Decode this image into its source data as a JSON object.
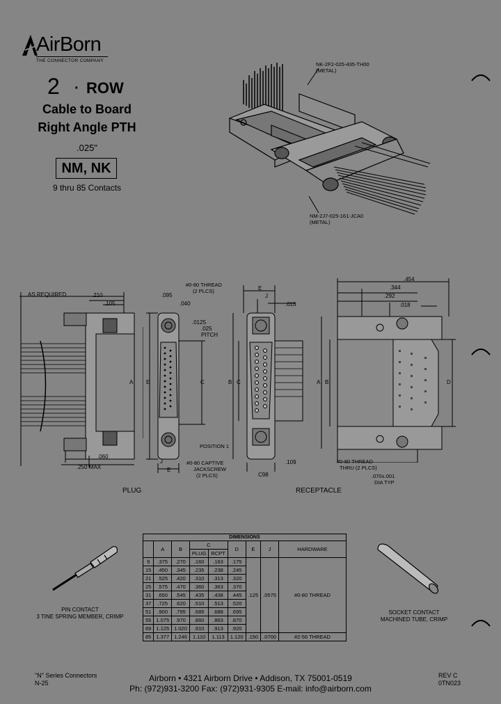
{
  "brand": {
    "name": "AirBorn",
    "tagline": "THE CONNECTOR COMPANY"
  },
  "series": {
    "number": "2",
    "separator": "·",
    "row_label": "ROW"
  },
  "title": {
    "line1": "Cable to Board",
    "line2": "Right Angle PTH"
  },
  "pitch": ".025\"",
  "family": "NM, NK",
  "contacts": "9 thru 85 Contacts",
  "iso_callouts": {
    "top": [
      "NK-2F2-025-435-TH00",
      "(METAL)"
    ],
    "bottom": [
      "NM-2J7-025-161-JCA0",
      "(METAL)"
    ]
  },
  "plug_view": {
    "as_required": "AS REQUIRED",
    "d210": ".210",
    "d105": ".105",
    "d095": ".095",
    "d040": ".040",
    "d0125": ".0125",
    "d025": ".025",
    "pitch": "PITCH",
    "d060": ".060",
    "d250max": ".250 MAX",
    "thread": [
      "#0-80 THREAD",
      "(2 PLCS)"
    ],
    "captive": [
      "#0-80 CAPTIVE",
      "JACKSCREW",
      "(2 PLCS)"
    ],
    "position1": "POSITION 1",
    "letters": {
      "A": "A",
      "B": "B",
      "C": "C",
      "E": "E",
      "J": "J"
    },
    "caption": "PLUG"
  },
  "receptacle_view": {
    "d015": ".015",
    "d109": ".109",
    "d454": ".454",
    "d344": ".344",
    "d292": ".292",
    "d018": ".018",
    "c98": "C98",
    "thread": [
      "#0-80 THREAD",
      "THRU (2 PLCS)"
    ],
    "dia": [
      ".070±.001",
      "DIA TYP"
    ],
    "letters": {
      "A": "A",
      "B": "B",
      "C": "C",
      "D": "D",
      "E": "E",
      "J": "J"
    },
    "caption": "RECEPTACLE"
  },
  "pin_contact": {
    "line1": "PIN CONTACT",
    "line2": "3 TINE SPRING MEMBER, CRIMP"
  },
  "socket_contact": {
    "line1": "SOCKET CONTACT",
    "line2": "MACHINED TUBE, CRIMP"
  },
  "dimensions_table": {
    "title": "DIMENSIONS",
    "headers": [
      "A",
      "B",
      "C",
      "D",
      "E",
      "J",
      "HARDWARE"
    ],
    "sub_headers": [
      "PLUG",
      "RCPT"
    ],
    "rows": [
      [
        "9",
        ".375",
        ".270",
        ".160",
        ".163",
        ".175"
      ],
      [
        "15",
        ".450",
        ".345",
        ".235",
        ".238",
        ".245"
      ],
      [
        "21",
        ".525",
        ".420",
        ".310",
        ".313",
        ".320"
      ],
      [
        "25",
        ".575",
        ".470",
        ".360",
        ".363",
        ".370"
      ],
      [
        "31",
        ".650",
        ".545",
        ".435",
        ".438",
        ".445"
      ],
      [
        "37",
        ".725",
        ".620",
        ".510",
        ".513",
        ".520"
      ],
      [
        "51",
        ".900",
        ".795",
        ".685",
        ".688",
        ".695"
      ],
      [
        "55",
        "1.075",
        ".970",
        ".860",
        ".863",
        ".870"
      ],
      [
        "69",
        "1.125",
        "1.020",
        ".910",
        ".913",
        ".920"
      ],
      [
        "85",
        "1.377",
        "1.246",
        "1.110",
        "1.113",
        "1.120"
      ]
    ],
    "group_e": ".125",
    "group_j": ".0575",
    "group_hw": "#0-80 THREAD",
    "last_e": ".150",
    "last_j": ".0700",
    "last_hw": "#2-56 THREAD"
  },
  "footer": {
    "left1": "\"N\" Series Connectors",
    "left2": "N-25",
    "center1": "Airborn • 4321 Airborn Drive • Addison, TX 75001-0519",
    "center2": "Ph: (972)931-3200 Fax: (972)931-9305 E-mail: info@airborn.com",
    "right1": "REV C",
    "right2": "0TN023"
  }
}
